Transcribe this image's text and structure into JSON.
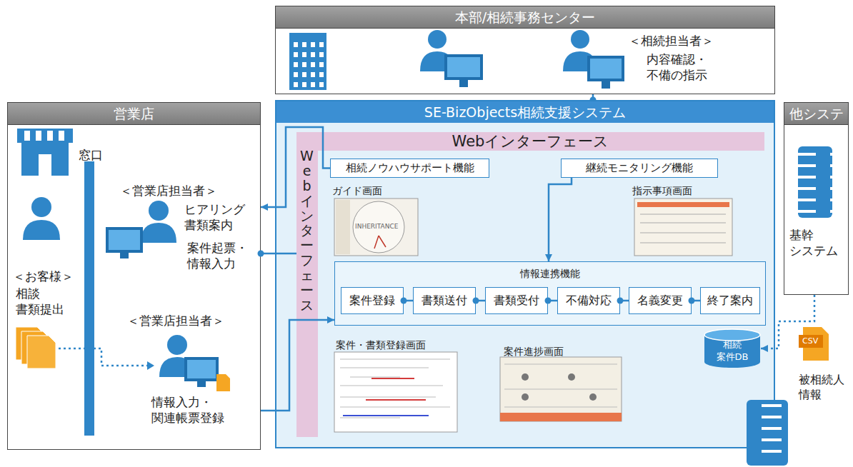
{
  "diagram": {
    "nodes": [
      {
        "text": [
          "本部/相続事務センター"
        ]
      },
      {
        "text": [
          "営業店"
        ]
      },
      {
        "text": [
          "SE-BizObjects相続支援システム"
        ]
      },
      {
        "text": [
          "Webインターフェース"
        ],
        "in": 2
      },
      {
        "text": [
          "Webインターフェース"
        ],
        "in": 2
      },
      {
        "text": [
          "相続ノウハウサポート機能"
        ],
        "in": 2
      },
      {
        "text": [
          "継続モニタリング機能"
        ],
        "in": 2
      },
      {
        "text": [
          "情報連携機能"
        ],
        "in": 2
      },
      {
        "text": [
          "案件登録"
        ],
        "in": 7
      },
      {
        "text": [
          "書類送付"
        ],
        "in": 7
      },
      {
        "text": [
          "書類受付"
        ],
        "in": 7
      },
      {
        "text": [
          "不備対応"
        ],
        "in": 7
      },
      {
        "text": [
          "名義変更"
        ],
        "in": 7
      },
      {
        "text": [
          "終了案内"
        ],
        "in": 7
      },
      {
        "text": [
          "相続 案件DB"
        ],
        "in": 2
      },
      {
        "text": [
          "他システム"
        ]
      }
    ],
    "edges": [
      {
        "from": 0,
        "to": 2,
        "arrow": "none"
      },
      {
        "from": 5,
        "to": 1,
        "arrow": "to"
      },
      {
        "from": 1,
        "to": 4,
        "arrow": "none"
      },
      {
        "from": 1,
        "to": 7,
        "arrow": "to"
      },
      {
        "from": 6,
        "to": 7,
        "arrow": "to"
      },
      {
        "from": 8,
        "to": 9,
        "arrow": "none"
      },
      {
        "from": 9,
        "to": 10,
        "arrow": "none"
      },
      {
        "from": 10,
        "to": 11,
        "arrow": "none"
      },
      {
        "from": 11,
        "to": 12,
        "arrow": "none"
      },
      {
        "from": 12,
        "to": 13,
        "arrow": "none"
      },
      {
        "from": 15,
        "to": 14,
        "arrow": "to"
      }
    ],
    "labels": [
      "＜相続担当者＞",
      "内容確認・ 不備の指示",
      "窓口",
      "＜営業店担当者＞",
      "ヒアリング 書類案内",
      "案件起票・ 情報入力",
      "＜お客様＞",
      "相談 書類提出",
      "＜営業店担当者＞",
      "情報入力・ 関連帳票登録",
      "ガイド画面",
      "指示事項画面",
      "案件・書類登録画面",
      "案件進捗画面",
      "基幹 システム",
      "CSV",
      "被相続人 情報",
      "INHERITANCE"
    ]
  }
}
